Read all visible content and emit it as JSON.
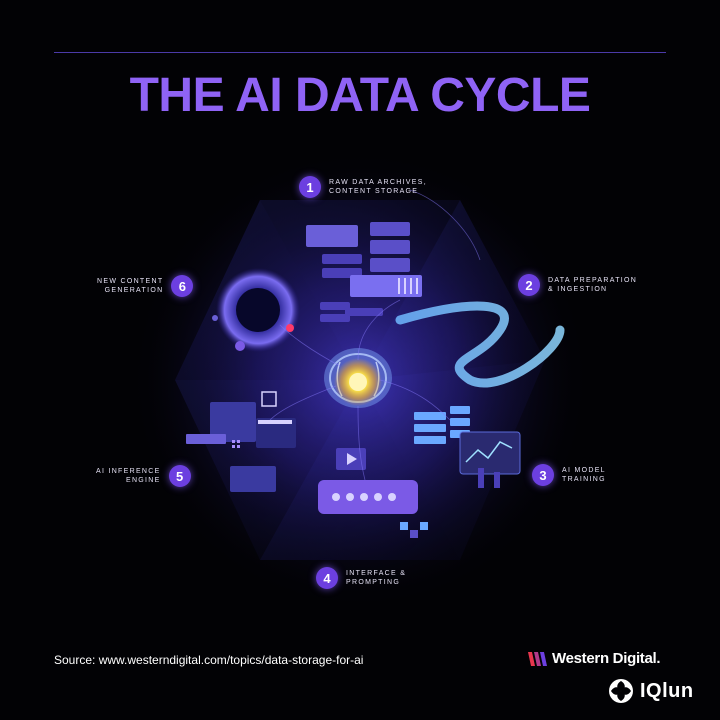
{
  "title": "THE AI DATA CYCLE",
  "steps": [
    {
      "number": "1",
      "label": "RAW DATA ARCHIVES,\nCONTENT STORAGE"
    },
    {
      "number": "2",
      "label": "DATA PREPARATION\n& INGESTION"
    },
    {
      "number": "3",
      "label": "AI MODEL\nTRAINING"
    },
    {
      "number": "4",
      "label": "INTERFACE &\nPROMPTING"
    },
    {
      "number": "5",
      "label": "AI INFERENCE\nENGINE"
    },
    {
      "number": "6",
      "label": "NEW CONTENT\nGENERATION"
    }
  ],
  "source": "Source: www.westerndigital.com/topics/data-storage-for-ai",
  "logos": {
    "western_digital": "Western Digital.",
    "brand": "IQlun"
  },
  "icons": {
    "center": "brain-icon",
    "wd": "western-digital-logo-icon",
    "brand": "iqlun-logo-icon"
  },
  "colors": {
    "accent": "#8f63f5",
    "badge": "#6c3fe0",
    "background": "#020205",
    "glow": "#3a2fb8",
    "core": "#ffe84a"
  }
}
